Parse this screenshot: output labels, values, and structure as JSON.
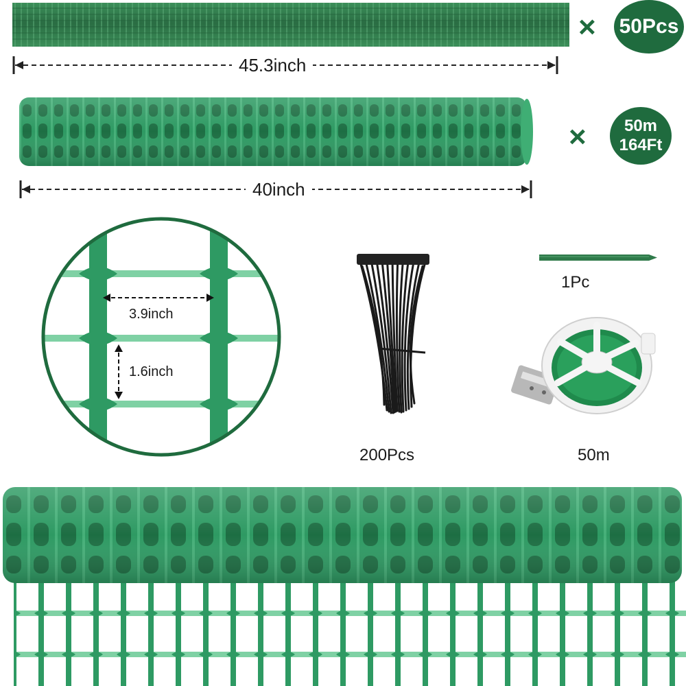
{
  "stakes": {
    "quantity_symbol": "×",
    "quantity": "50Pcs",
    "length": "45.3inch"
  },
  "fence_roll": {
    "quantity_symbol": "×",
    "length_metric": "50m",
    "length_imperial": "164Ft",
    "height": "40inch"
  },
  "mesh_detail": {
    "opening_width": "3.9inch",
    "opening_height": "1.6inch"
  },
  "zip_ties": {
    "quantity": "200Pcs"
  },
  "extra_stake": {
    "quantity": "1Pc"
  },
  "twist_tie": {
    "length": "50m"
  },
  "colors": {
    "mesh_green": "#2e9a63",
    "mesh_light": "#7fd1a4",
    "stake_green": "#2f7a4a",
    "badge_green": "#1f6b3e",
    "zip_tie_black": "#1a1a1a"
  }
}
